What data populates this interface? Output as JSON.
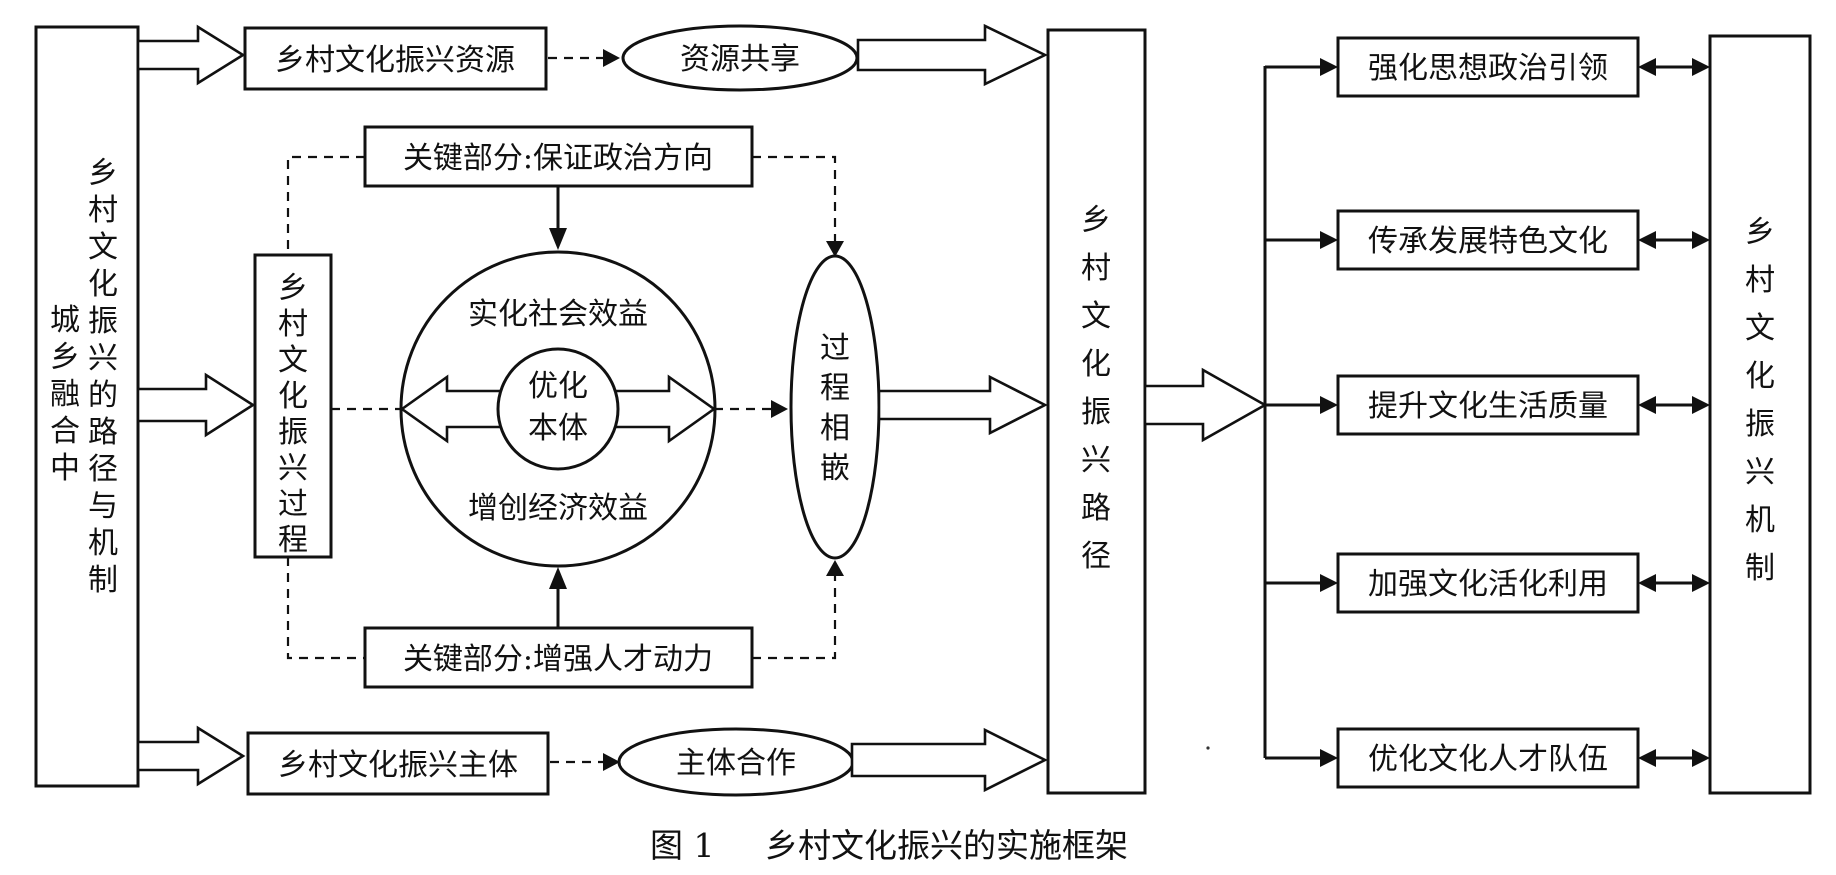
{
  "figure": {
    "caption_number": "图 1",
    "caption_title": "乡村文化振兴的实施框架"
  },
  "left_block": {
    "col_1": "城乡融合中",
    "col_2": "乡村文化振兴的路径与机制"
  },
  "top_flow": {
    "resource_box": "乡村文化振兴资源",
    "resource_share": "资源共享"
  },
  "bottom_flow": {
    "subject_box": "乡村文化振兴主体",
    "subject_coop": "主体合作"
  },
  "key_parts": {
    "top": "关键部分:保证政治方向",
    "bottom": "关键部分:增强人才动力"
  },
  "process_box": "乡村文化振兴过程",
  "circle": {
    "top_text": "实化社会效益",
    "bottom_text": "增创经济效益",
    "center_line_1": "优化",
    "center_line_2": "本体"
  },
  "embed_ellipse": "过程相嵌",
  "path_box": "乡村文化振兴路径",
  "mechanism_box": "乡村文化振兴机制",
  "measures": [
    "强化思想政治引领",
    "传承发展特色文化",
    "提升文化生活质量",
    "加强文化活化利用",
    "优化文化人才队伍"
  ]
}
